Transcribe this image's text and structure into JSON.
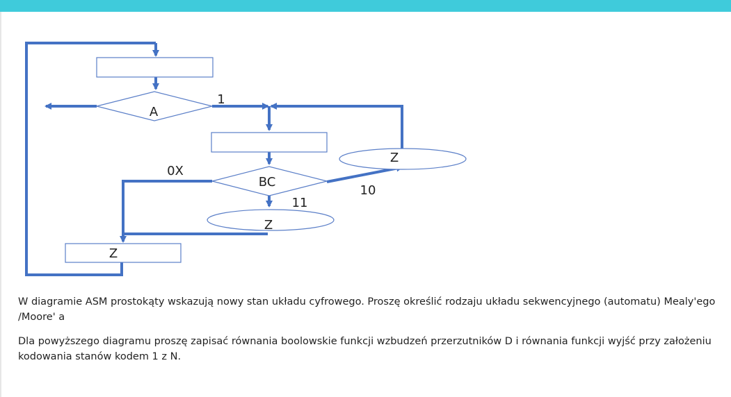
{
  "diagram": {
    "decision_a_label": "A",
    "decision_bc_label": "BC",
    "oval_right_label": "Z",
    "oval_bottom_label": "Z",
    "state_bottom_label": "Z",
    "edge_label_1": "1",
    "edge_label_0x": "0X",
    "edge_label_10": "10",
    "edge_label_11": "11"
  },
  "text": {
    "paragraph1": "W diagramie ASM prostokąty  wskazują nowy stan układu cyfrowego. Proszę określić rodzaju układu sekwencyjnego  (automatu) Mealy'ego /Moore' a",
    "paragraph2": "Dla powyższego diagramu proszę zapisać równania boolowskie funkcji wzbudzeń przerzutników D i równania funkcji wyjść przy założeniu kodowania stanów kodem 1 z N."
  },
  "colors": {
    "accent_bar": "#3fcbdb",
    "flow_line": "#4472c4",
    "shape_outline": "#5b7fc8"
  }
}
